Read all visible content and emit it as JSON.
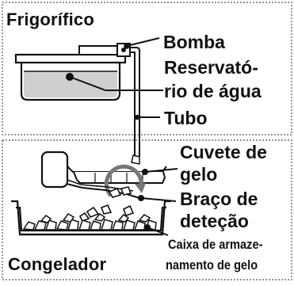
{
  "sections": {
    "fridge": "Frigorífico",
    "freezer": "Congelador"
  },
  "labels": {
    "pump": "Bomba",
    "reservoir_line1": "Reservató-",
    "reservoir_line2": "rio de água",
    "tube": "Tubo",
    "tray_line1": "Cuvete de",
    "tray_line2": "gelo",
    "arm_line1": "Braço de",
    "arm_line2": "deteção",
    "bin_line1": "Caixa de armaze-",
    "bin_line2": "namento de gelo"
  }
}
